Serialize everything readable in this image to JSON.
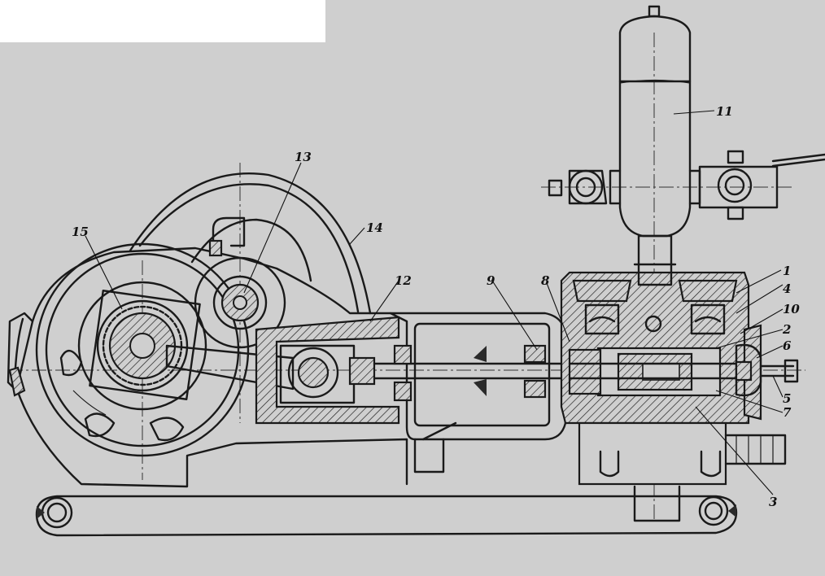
{
  "labels": {
    "l1": "1",
    "l2": "2",
    "l3": "3",
    "l4": "4",
    "l5": "5",
    "l6": "6",
    "l7": "7",
    "l8": "8",
    "l9": "9",
    "l10": "10",
    "l11": "11",
    "l12": "12",
    "l13": "13",
    "l14": "14",
    "l15": "15"
  },
  "colors": {
    "paper": "#cfcfcf",
    "ink": "#1a1a1a",
    "blank_corner": "#ffffff"
  }
}
